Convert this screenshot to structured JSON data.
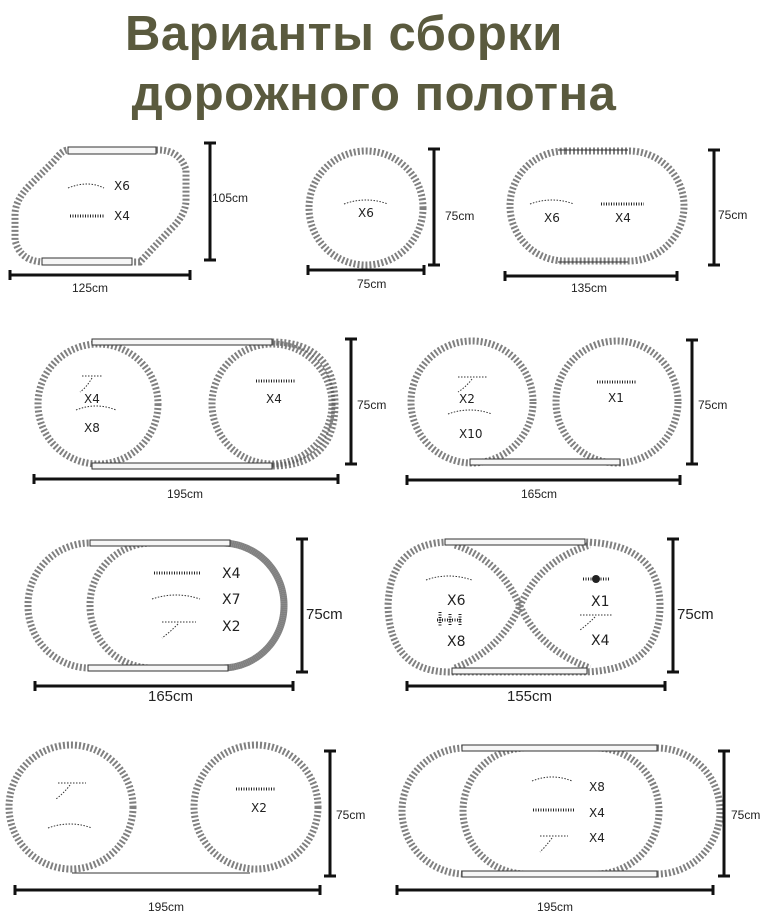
{
  "title": {
    "line1": "Варианты сборки",
    "line2": "дорожного полотна"
  },
  "colors": {
    "title": "#5a5a3e",
    "track": "#555555",
    "dimension_bar": "#111111",
    "background": "#ffffff"
  },
  "layouts": [
    {
      "id": "hexagon",
      "shape": "elongated-hexagon",
      "width_label": "125cm",
      "height_label": "105cm",
      "pieces": [
        {
          "type": "curved",
          "qty": "X6"
        },
        {
          "type": "straight",
          "qty": "X4"
        }
      ]
    },
    {
      "id": "circle",
      "shape": "circle",
      "width_label": "75cm",
      "height_label": "75cm",
      "pieces": [
        {
          "type": "curved",
          "qty": "X6"
        }
      ]
    },
    {
      "id": "oval",
      "shape": "oval",
      "width_label": "135cm",
      "height_label": "75cm",
      "pieces": [
        {
          "type": "curved",
          "qty": "X6"
        },
        {
          "type": "straight",
          "qty": "X4"
        }
      ]
    },
    {
      "id": "two-loops-linked",
      "shape": "two-circles-with-bypass",
      "width_label": "195cm",
      "height_label": "75cm",
      "pieces": [
        {
          "type": "switch",
          "qty": "X4"
        },
        {
          "type": "curved",
          "qty": "X8"
        },
        {
          "type": "straight",
          "qty": "X4"
        }
      ]
    },
    {
      "id": "two-circles-joined",
      "shape": "two-circles-bottom-link",
      "width_label": "165cm",
      "height_label": "75cm",
      "pieces": [
        {
          "type": "switch",
          "qty": "X2"
        },
        {
          "type": "curved",
          "qty": "X10"
        },
        {
          "type": "straight",
          "qty": "X1"
        }
      ]
    },
    {
      "id": "oval-with-inner-loop",
      "shape": "oval-overlap",
      "width_label": "165cm",
      "height_label": "75cm",
      "pieces": [
        {
          "type": "straight",
          "qty": "X4"
        },
        {
          "type": "curved",
          "qty": "X7"
        },
        {
          "type": "switch",
          "qty": "X2"
        }
      ]
    },
    {
      "id": "figure-eight",
      "shape": "figure-eight",
      "width_label": "155cm",
      "height_label": "75cm",
      "pieces": [
        {
          "type": "curved",
          "qty": "X6"
        },
        {
          "type": "buffer-stop",
          "qty": "X8"
        },
        {
          "type": "crossing",
          "qty": "X1"
        },
        {
          "type": "switch",
          "qty": "X4"
        }
      ]
    },
    {
      "id": "two-circles-long-link",
      "shape": "two-circles-siding",
      "width_label": "195cm",
      "height_label": "75cm",
      "pieces": [
        {
          "type": "switch",
          "qty": ""
        },
        {
          "type": "curved",
          "qty": ""
        },
        {
          "type": "straight",
          "qty": "X2"
        }
      ]
    },
    {
      "id": "double-oval",
      "shape": "double-oval-overlap",
      "width_label": "195cm",
      "height_label": "75cm",
      "pieces": [
        {
          "type": "curved",
          "qty": "X8"
        },
        {
          "type": "straight",
          "qty": "X4"
        },
        {
          "type": "switch",
          "qty": "X4"
        }
      ]
    }
  ]
}
